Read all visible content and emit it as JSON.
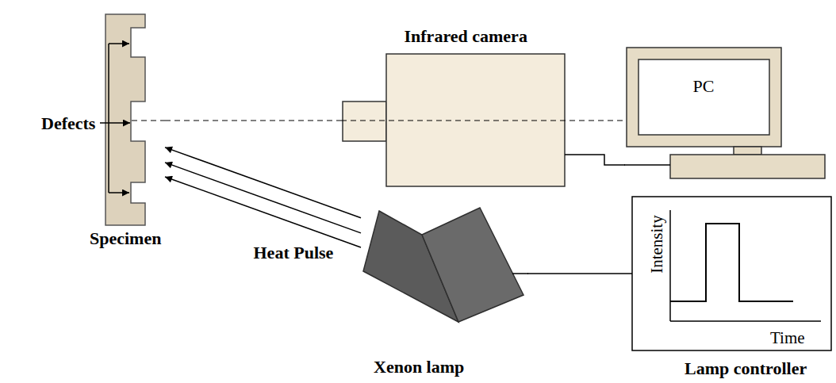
{
  "diagram": {
    "nodes": [
      {
        "text": [
          "Specimen"
        ]
      },
      {
        "text": [
          "Infrared camera"
        ]
      },
      {
        "text": [
          "PC"
        ]
      },
      {
        "text": [
          "Xenon lamp"
        ]
      },
      {
        "text": [
          "Intensity",
          "Time",
          "Lamp controller"
        ]
      }
    ],
    "edges": [
      {
        "from": 0,
        "to": 1,
        "arrow": "none"
      },
      {
        "from": 1,
        "to": 2,
        "arrow": "none"
      },
      {
        "from": 3,
        "to": 4,
        "arrow": "none"
      },
      {
        "from": 3,
        "to": 0,
        "arrow": "to"
      },
      {
        "from": 3,
        "to": 0,
        "label": "Heat Pulse",
        "arrow": "to"
      },
      {
        "from": 3,
        "to": 0,
        "arrow": "to"
      }
    ],
    "labels": [
      "Defects"
    ]
  }
}
